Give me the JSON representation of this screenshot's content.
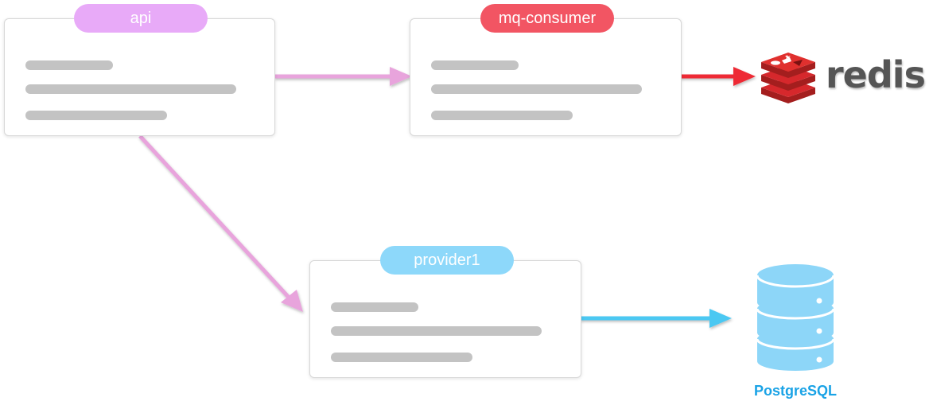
{
  "nodes": {
    "api": {
      "label": "api",
      "color": "#e8aaf8"
    },
    "mq_consumer": {
      "label": "mq-consumer",
      "color": "#f25563"
    },
    "provider1": {
      "label": "provider1",
      "color": "#8dd8fa"
    }
  },
  "targets": {
    "redis": {
      "label": "redis",
      "icon": "redis-logo-icon",
      "color": "#d6282c"
    },
    "postgresql": {
      "label": "PostgreSQL",
      "icon": "database-icon",
      "color": "#1aa3e6"
    }
  },
  "connections": [
    {
      "from": "api",
      "to": "mq-consumer",
      "color": "#e8a4dc"
    },
    {
      "from": "api",
      "to": "provider1",
      "color": "#e8a4dc"
    },
    {
      "from": "mq-consumer",
      "to": "redis",
      "color": "#ee2a36"
    },
    {
      "from": "provider1",
      "to": "PostgreSQL",
      "color": "#4cc8f2"
    }
  ]
}
